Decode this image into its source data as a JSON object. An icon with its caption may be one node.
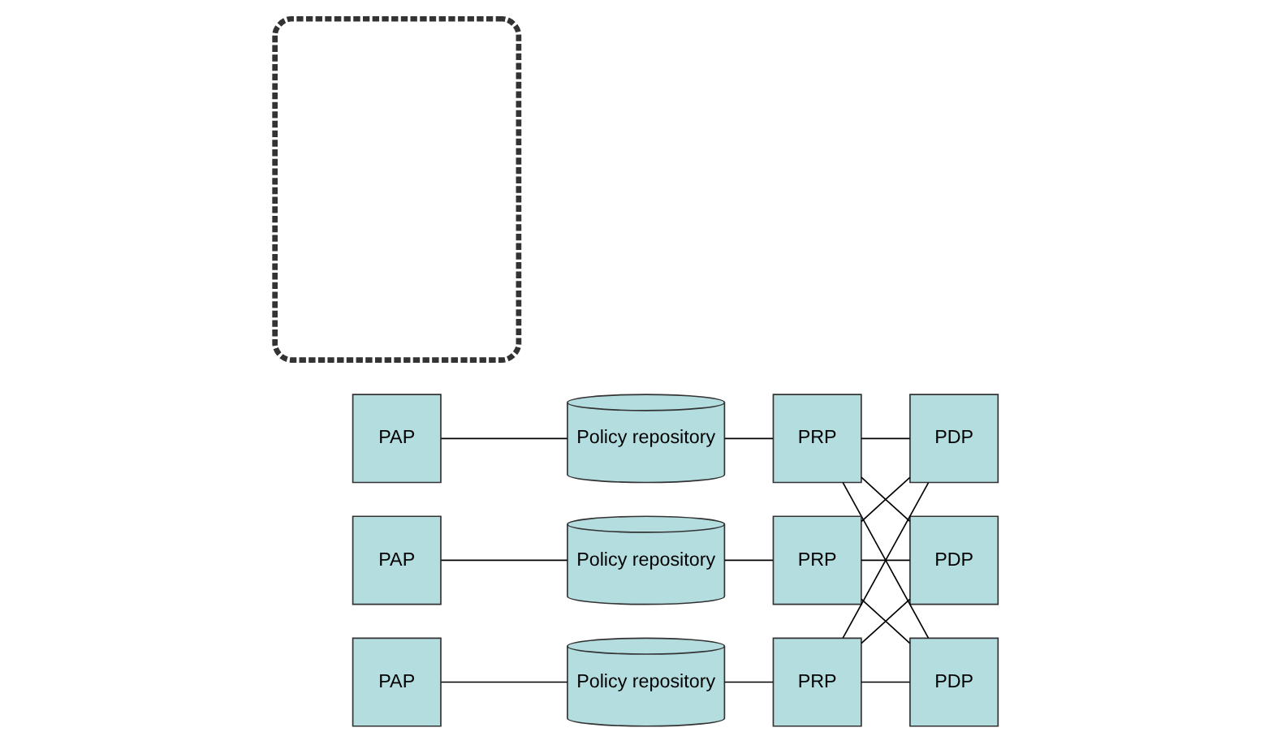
{
  "diagram": {
    "nodes": [
      {
        "text": [
          "PAP"
        ]
      },
      {
        "text": [
          "Policy repository"
        ]
      },
      {
        "text": [
          "PRP"
        ]
      },
      {
        "text": [
          "PDP"
        ]
      },
      {
        "text": [
          "PAP"
        ]
      },
      {
        "text": [
          "Policy repository"
        ]
      },
      {
        "text": [
          "PRP"
        ]
      },
      {
        "text": [
          "PDP"
        ]
      },
      {
        "text": [
          "PAP"
        ]
      },
      {
        "text": [
          "Policy repository"
        ]
      },
      {
        "text": [
          "PRP"
        ]
      },
      {
        "text": [
          "PDP"
        ]
      },
      {
        "text": [],
        "shape": "box"
      }
    ],
    "edges": [
      {
        "from": 0,
        "to": 1,
        "arrow": "none"
      },
      {
        "from": 1,
        "to": 2,
        "arrow": "none"
      },
      {
        "from": 4,
        "to": 5,
        "arrow": "none"
      },
      {
        "from": 5,
        "to": 6,
        "arrow": "none"
      },
      {
        "from": 8,
        "to": 9,
        "arrow": "none"
      },
      {
        "from": 9,
        "to": 10,
        "arrow": "none"
      },
      {
        "from": 2,
        "to": 3,
        "arrow": "none"
      },
      {
        "from": 2,
        "to": 7,
        "arrow": "none"
      },
      {
        "from": 2,
        "to": 11,
        "arrow": "none"
      },
      {
        "from": 6,
        "to": 3,
        "arrow": "none"
      },
      {
        "from": 6,
        "to": 7,
        "arrow": "none"
      },
      {
        "from": 6,
        "to": 11,
        "arrow": "none"
      },
      {
        "from": 10,
        "to": 3,
        "arrow": "none"
      },
      {
        "from": 10,
        "to": 7,
        "arrow": "none"
      },
      {
        "from": 10,
        "to": 11,
        "arrow": "none"
      }
    ]
  }
}
